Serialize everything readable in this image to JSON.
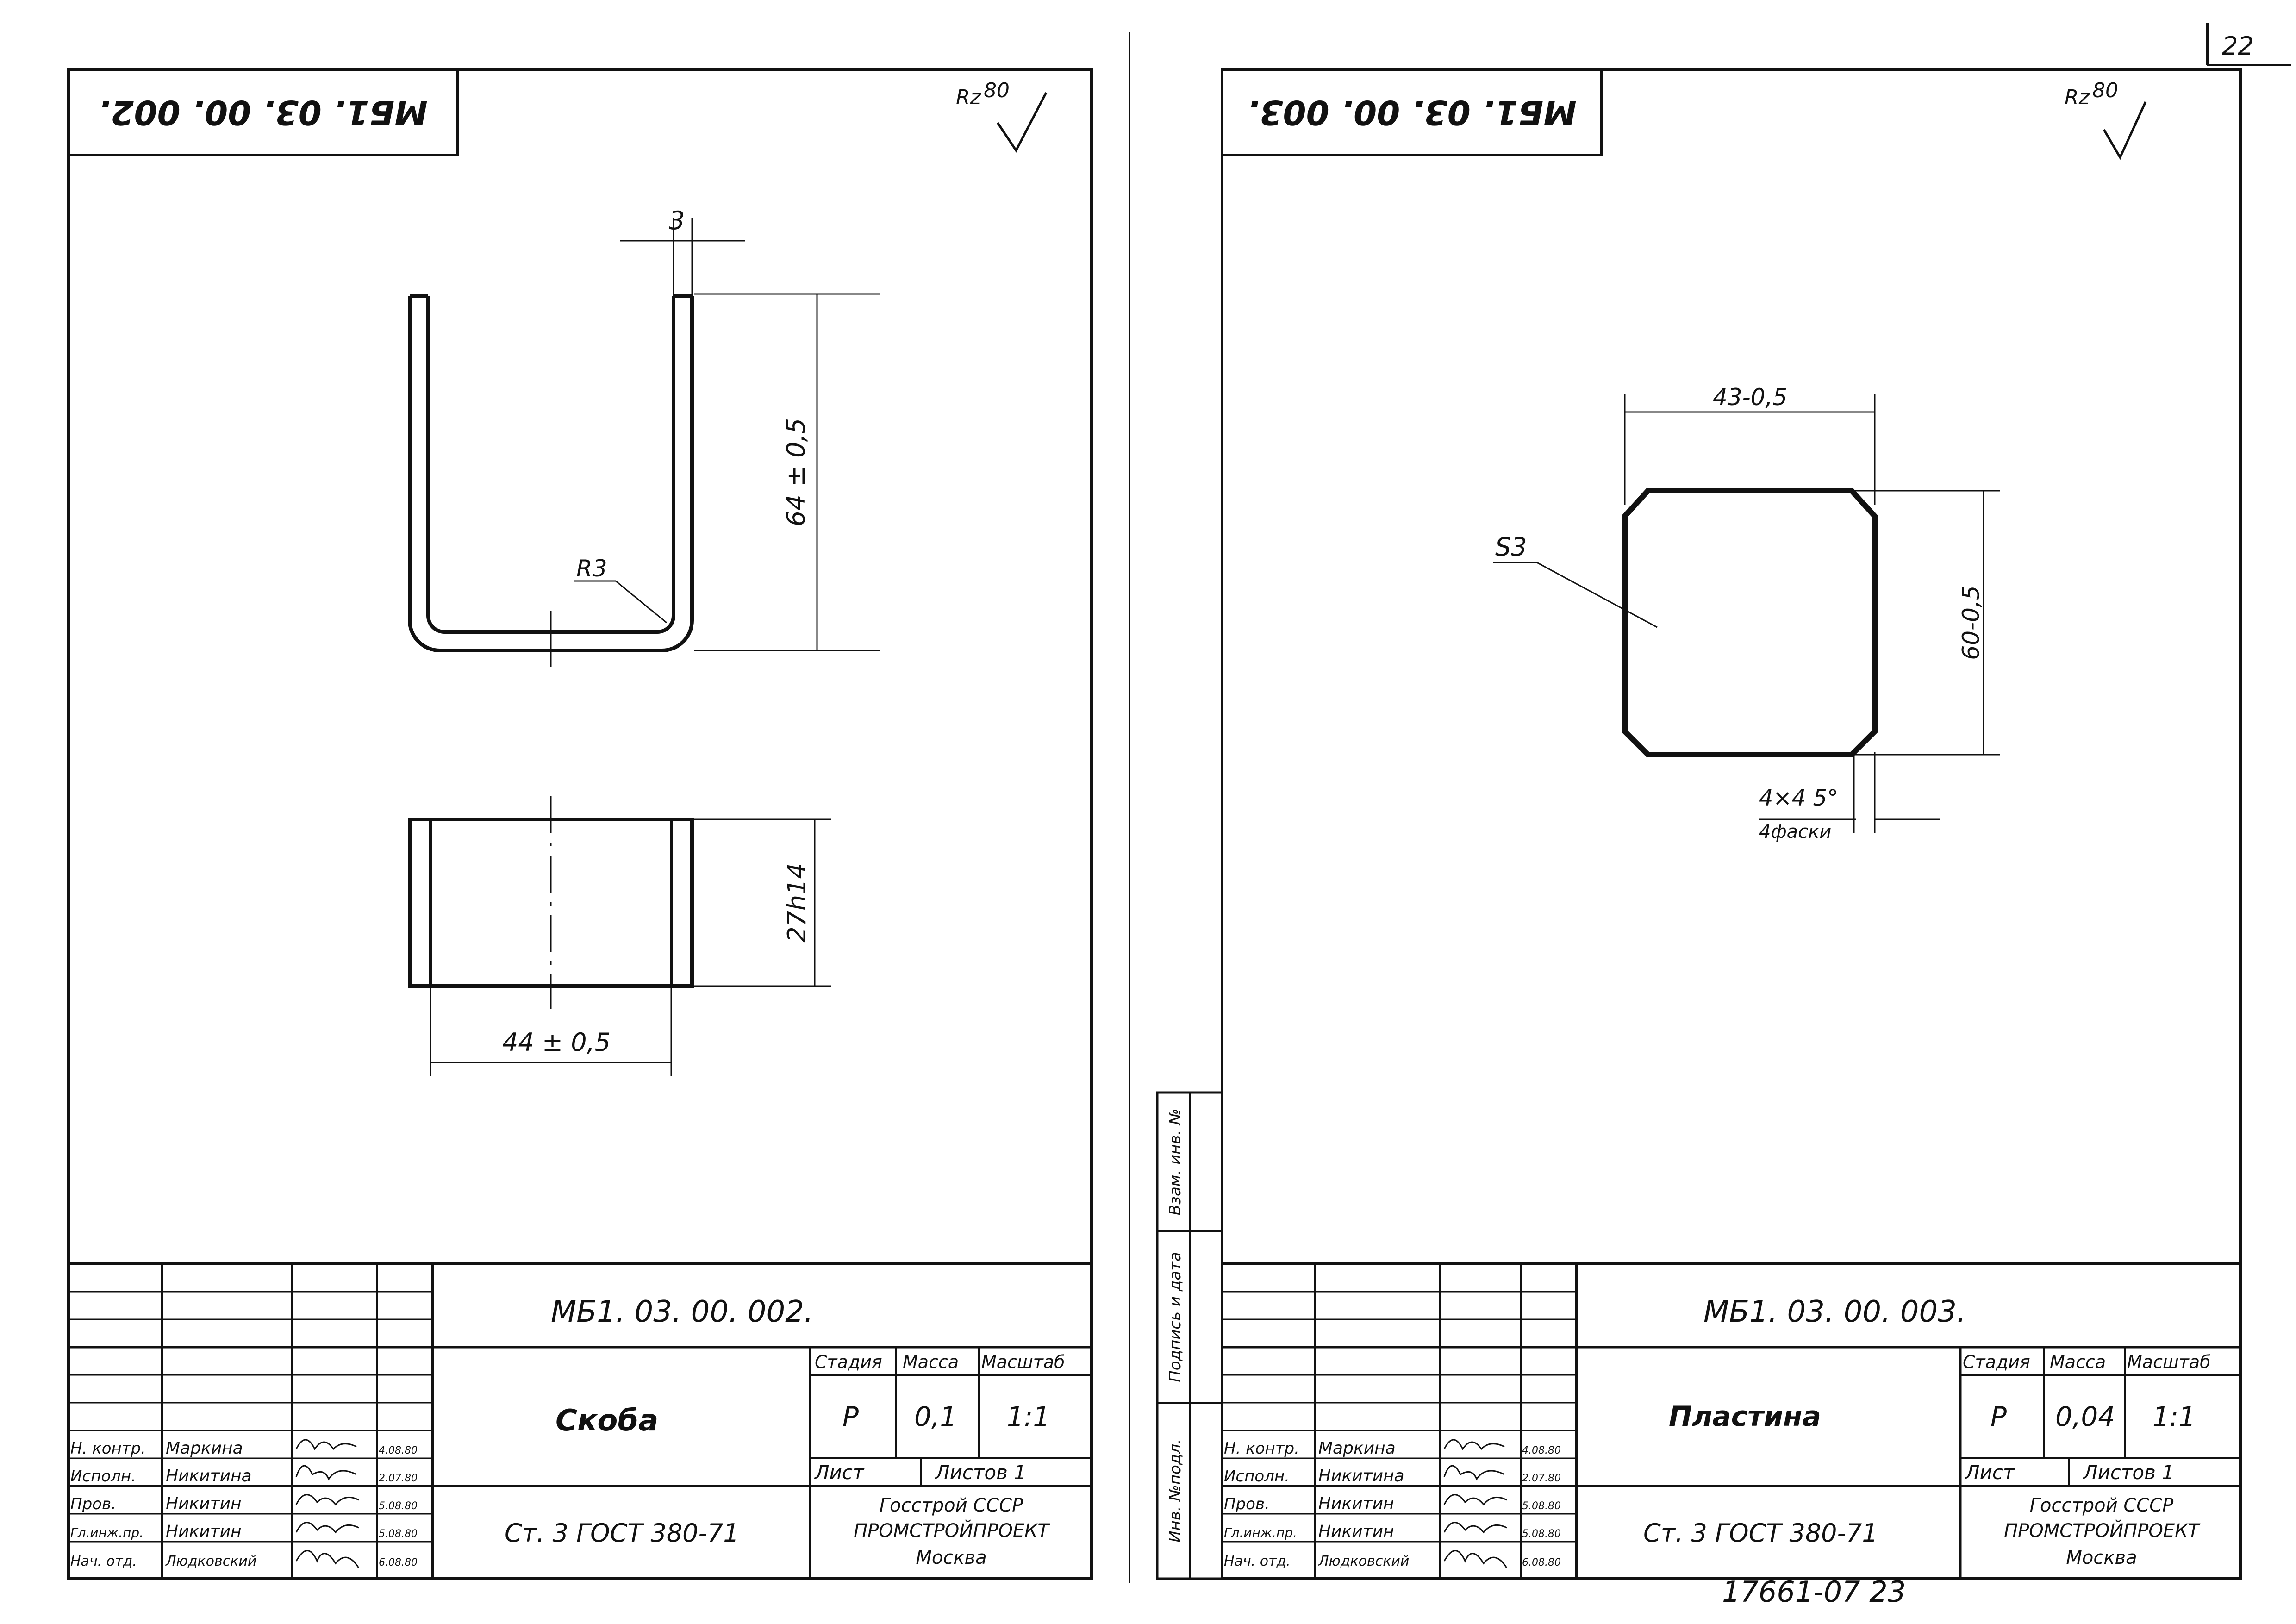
{
  "page_number": "22",
  "archive_number": "17661-07 23",
  "side_stamp": {
    "inv_orig": "Инв. №подл.",
    "sign_date": "Подпись и дата",
    "inv_repl": "Взам. инв. №"
  },
  "sheets": [
    {
      "code_rotated": "МБ1. 03. 00. 002.",
      "roughness": {
        "symbol": "Rz",
        "value": "80"
      },
      "dimensions": {
        "thickness": "3",
        "height": "64 ± 0,5",
        "radius": "R3",
        "width_tol": "27h14",
        "length": "44 ± 0,5"
      },
      "title_block": {
        "code": "МБ1. 03. 00. 002.",
        "name": "Скоба",
        "material": "Ст. 3   ГОСТ 380-71",
        "headers": {
          "stage": "Стадия",
          "mass": "Масса",
          "scale": "Масштаб"
        },
        "stage": "Р",
        "mass": "0,1",
        "scale": "1:1",
        "sheet_label": "Лист",
        "sheets_label": "Листов 1",
        "org": [
          "Госстрой СССР",
          "ПРОМСТРОЙПРОЕКТ",
          "Москва"
        ],
        "staff": [
          {
            "role": "Н. контр.",
            "name": "Маркина",
            "date": "4.08.80"
          },
          {
            "role": "Исполн.",
            "name": "Никитина",
            "date": "2.07.80"
          },
          {
            "role": "Пров.",
            "name": "Никитин",
            "date": "5.08.80"
          },
          {
            "role": "Гл.инж.пр.",
            "name": "Никитин",
            "date": "5.08.80"
          },
          {
            "role": "Нач. отд.",
            "name": "Людковский",
            "date": "6.08.80"
          }
        ]
      }
    },
    {
      "code_rotated": "МБ1. 03. 00. 003.",
      "roughness": {
        "symbol": "Rz",
        "value": "80"
      },
      "dimensions": {
        "width": "43-0,5",
        "height": "60-0,5",
        "thickness": "S3",
        "chamfer": "4×4 5°",
        "chamfer_note": "4фаски"
      },
      "title_block": {
        "code": "МБ1. 03. 00. 003.",
        "name": "Пластина",
        "material": "Ст. 3   ГОСТ 380-71",
        "headers": {
          "stage": "Стадия",
          "mass": "Масса",
          "scale": "Масштаб"
        },
        "stage": "Р",
        "mass": "0,04",
        "scale": "1:1",
        "sheet_label": "Лист",
        "sheets_label": "Листов 1",
        "org": [
          "Госстрой СССР",
          "ПРОМСТРОЙПРОЕКТ",
          "Москва"
        ],
        "staff": [
          {
            "role": "Н. контр.",
            "name": "Маркина",
            "date": "4.08.80"
          },
          {
            "role": "Исполн.",
            "name": "Никитина",
            "date": "2.07.80"
          },
          {
            "role": "Пров.",
            "name": "Никитин",
            "date": "5.08.80"
          },
          {
            "role": "Гл.инж.пр.",
            "name": "Никитин",
            "date": "5.08.80"
          },
          {
            "role": "Нач. отд.",
            "name": "Людковский",
            "date": "6.08.80"
          }
        ]
      }
    }
  ]
}
